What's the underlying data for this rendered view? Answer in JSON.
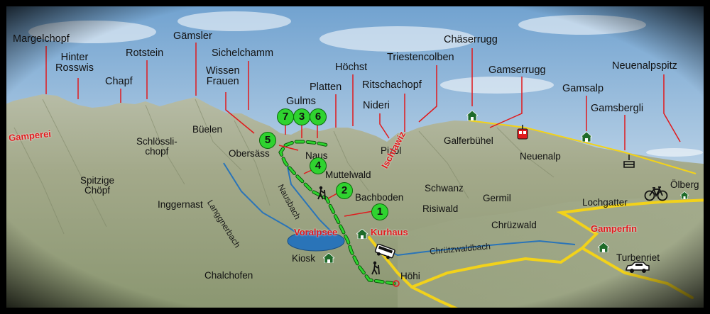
{
  "peaks": [
    {
      "id": "margelchopf",
      "label": "Margelchopf"
    },
    {
      "id": "hinter-rosswis",
      "label": "Hinter\nRosswis"
    },
    {
      "id": "chapf",
      "label": "Chapf"
    },
    {
      "id": "rotstein",
      "label": "Rotstein"
    },
    {
      "id": "gaemsler",
      "label": "Gämsler"
    },
    {
      "id": "sichelchamm",
      "label": "Sichelchamm"
    },
    {
      "id": "wissen-frauen",
      "label": "Wissen\nFrauen"
    },
    {
      "id": "gulms",
      "label": "Gulms"
    },
    {
      "id": "platten",
      "label": "Platten"
    },
    {
      "id": "hoechst",
      "label": "Höchst"
    },
    {
      "id": "ritschachopf",
      "label": "Ritschachopf"
    },
    {
      "id": "nideri",
      "label": "Nideri"
    },
    {
      "id": "triestencolben",
      "label": "Triestencolben"
    },
    {
      "id": "chaeserrugg",
      "label": "Chäserrugg"
    },
    {
      "id": "gamserrugg",
      "label": "Gamserrugg"
    },
    {
      "id": "gamsalp",
      "label": "Gamsalp"
    },
    {
      "id": "gamsbergli",
      "label": "Gamsbergli"
    },
    {
      "id": "neuenalpspitz",
      "label": "Neuenalpspitz"
    }
  ],
  "places": [
    {
      "id": "bueelen",
      "label": "Büelen"
    },
    {
      "id": "schloesslichopf",
      "label": "Schlössli-\nchopf"
    },
    {
      "id": "obersaess",
      "label": "Obersäss"
    },
    {
      "id": "naus",
      "label": "Naus"
    },
    {
      "id": "muttelwald",
      "label": "Muttelwald"
    },
    {
      "id": "pizol",
      "label": "Pizol"
    },
    {
      "id": "galferbuehel",
      "label": "Galferbühel"
    },
    {
      "id": "neuenalp",
      "label": "Neuenalp"
    },
    {
      "id": "spitzige-choepf",
      "label": "Spitzige\nChöpf"
    },
    {
      "id": "inggernast",
      "label": "Inggernast"
    },
    {
      "id": "bachboden",
      "label": "Bachboden"
    },
    {
      "id": "schwanz",
      "label": "Schwanz"
    },
    {
      "id": "germil",
      "label": "Germil"
    },
    {
      "id": "risiwald",
      "label": "Risiwald"
    },
    {
      "id": "oelberg",
      "label": "Ölberg"
    },
    {
      "id": "lochgatter",
      "label": "Lochgatter"
    },
    {
      "id": "chruezwald",
      "label": "Chrüzwald"
    },
    {
      "id": "turbenriet",
      "label": "Turbenriet"
    },
    {
      "id": "kiosk",
      "label": "Kiosk"
    },
    {
      "id": "chalchofen",
      "label": "Chalchofen"
    },
    {
      "id": "hoehi",
      "label": "Höhi"
    }
  ],
  "highlighted_places": [
    {
      "id": "gamperei",
      "label": "Gamperei"
    },
    {
      "id": "ischlawiz",
      "label": "Ischlawiz"
    },
    {
      "id": "voralpsee",
      "label": "Voralpsee"
    },
    {
      "id": "kurhaus",
      "label": "Kurhaus"
    },
    {
      "id": "gamperfin",
      "label": "Gamperfin"
    }
  ],
  "streams": [
    {
      "id": "langgnerbach",
      "label": "Langgnerbach"
    },
    {
      "id": "nausbach",
      "label": "Nausbach"
    },
    {
      "id": "chruetzwaldbach",
      "label": "Chrützwaldbach"
    }
  ],
  "route_markers": [
    "1",
    "2",
    "3",
    "4",
    "5",
    "6",
    "7"
  ],
  "colors": {
    "highlight": "#e1191c",
    "route": "#2fd32f",
    "road": "#f2d21a",
    "water": "#2a74b8"
  }
}
